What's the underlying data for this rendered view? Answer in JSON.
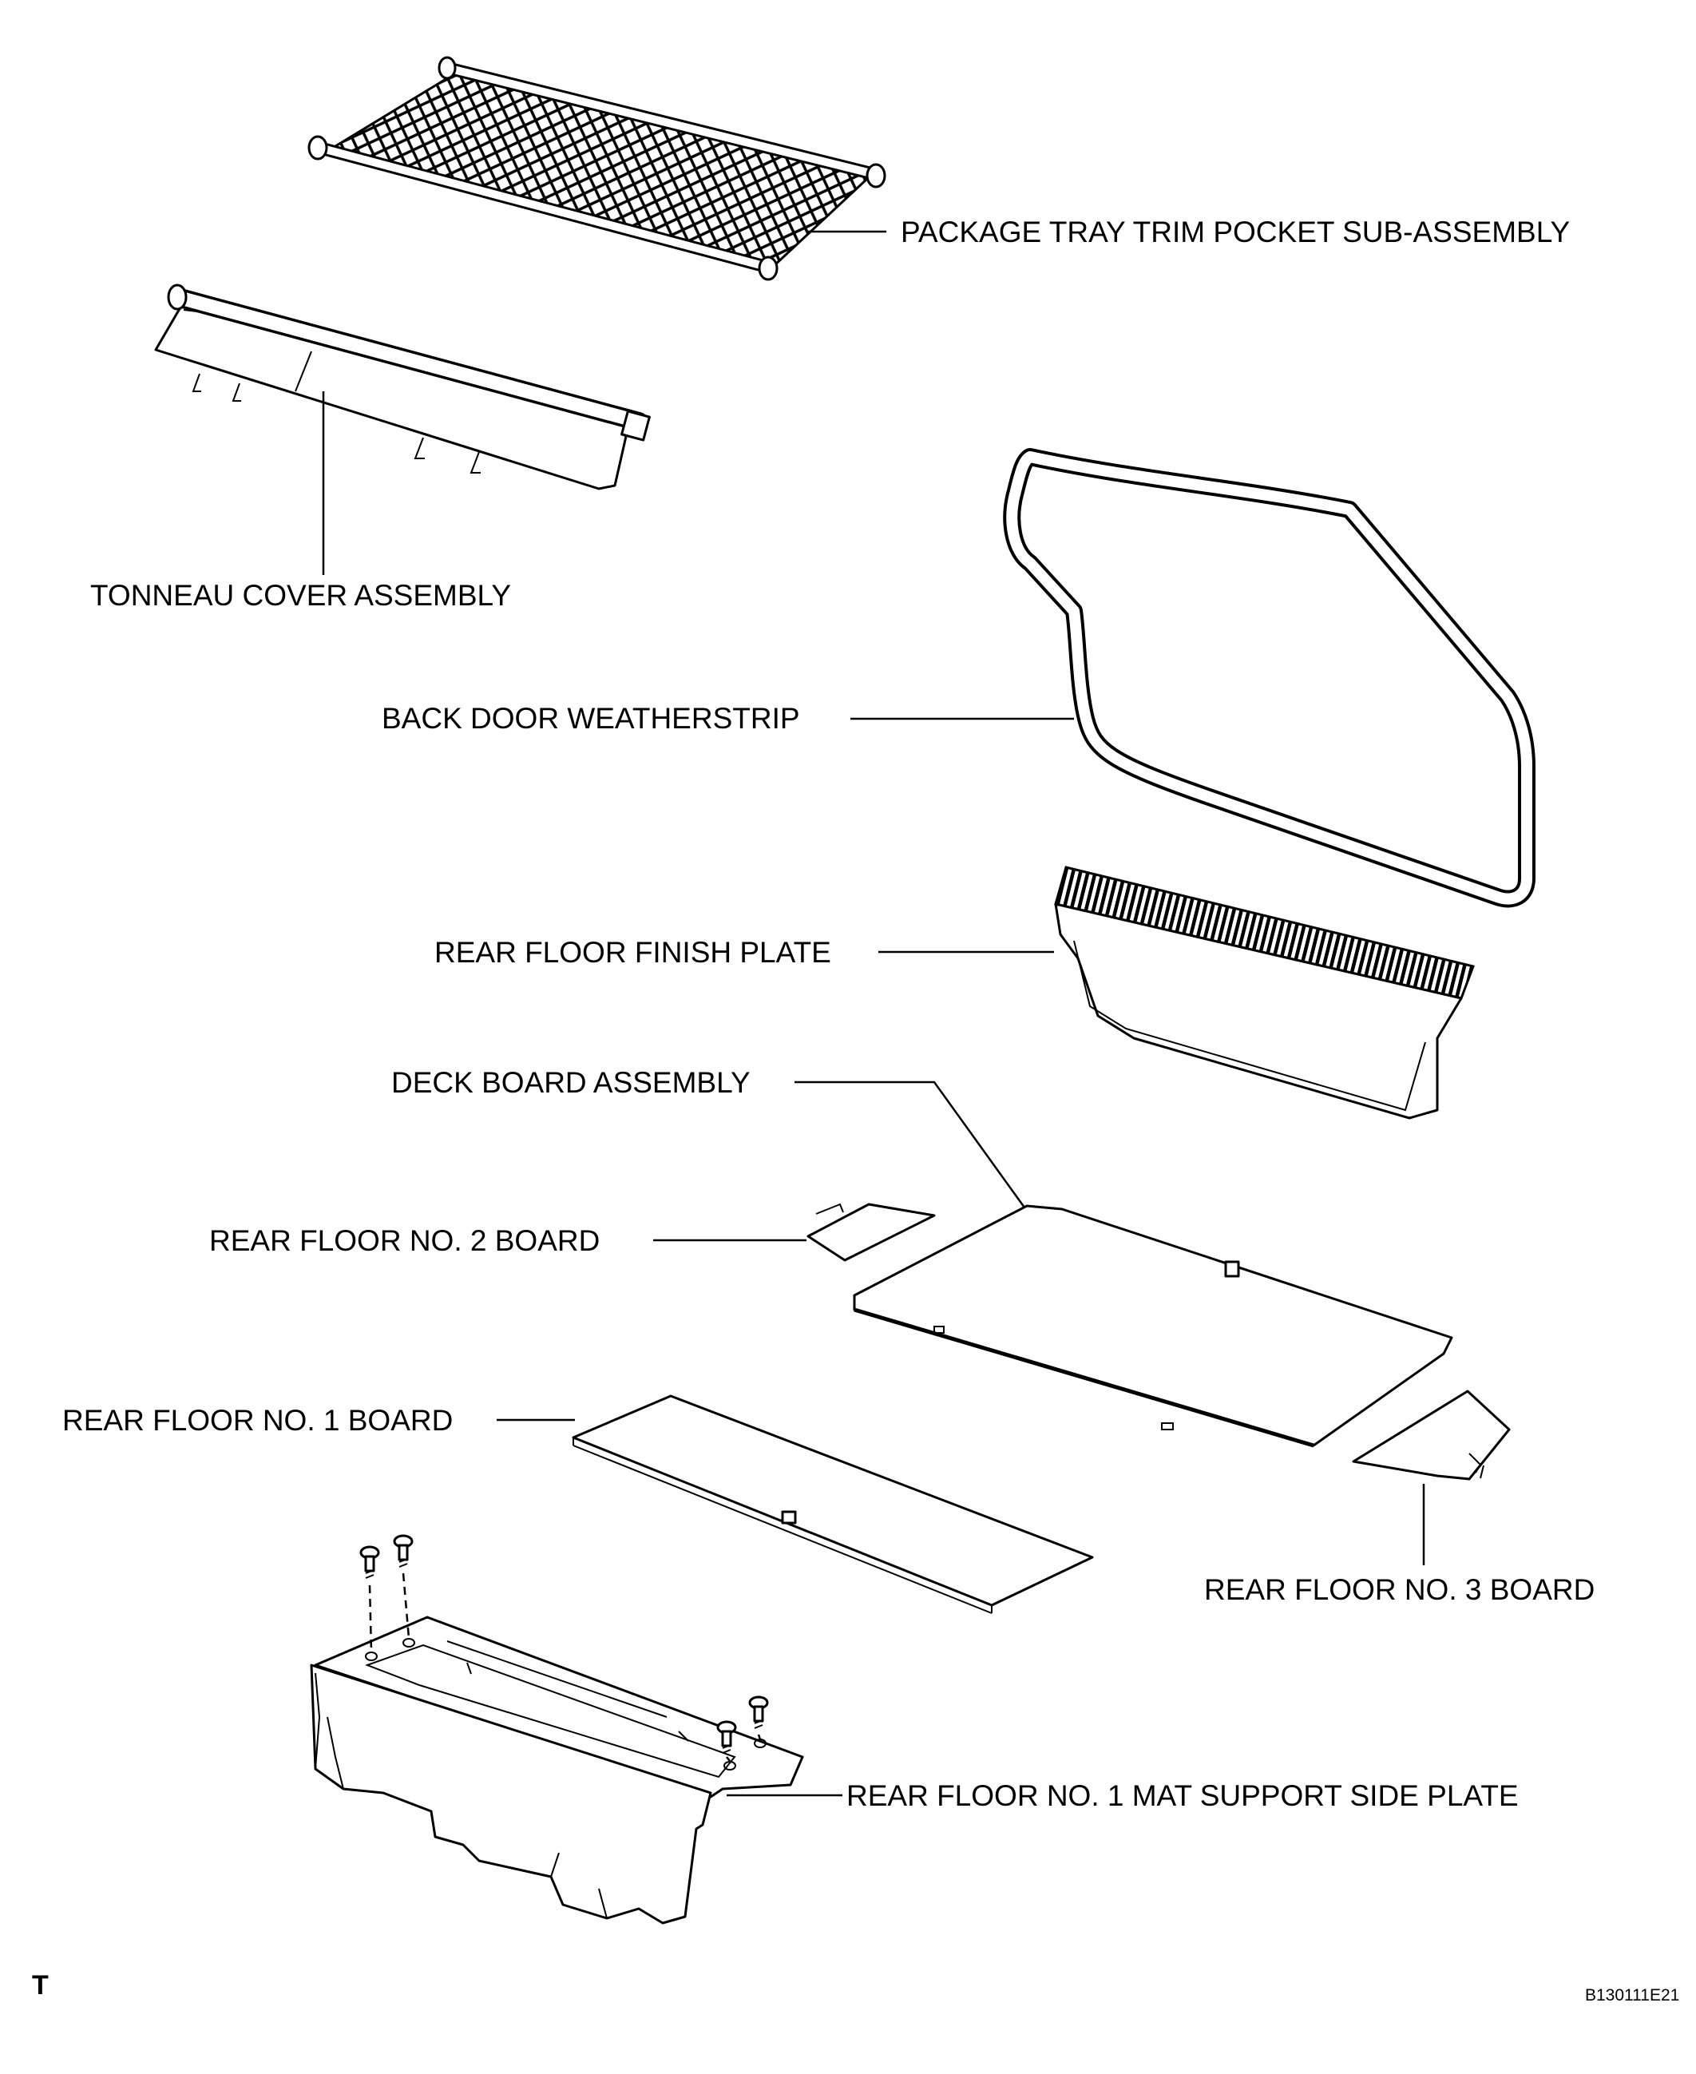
{
  "labels": {
    "package_tray": "PACKAGE TRAY TRIM POCKET SUB-ASSEMBLY",
    "tonneau": "TONNEAU COVER ASSEMBLY",
    "weatherstrip": "BACK DOOR WEATHERSTRIP",
    "finish_plate": "REAR FLOOR FINISH PLATE",
    "deck_board": "DECK BOARD ASSEMBLY",
    "no2_board": "REAR FLOOR NO. 2 BOARD",
    "no1_board": "REAR FLOOR NO. 1 BOARD",
    "no3_board": "REAR FLOOR NO. 3 BOARD",
    "mat_support": "REAR FLOOR NO. 1 MAT SUPPORT SIDE PLATE"
  },
  "corner_mark": "T",
  "figure_code": "B130111E21"
}
